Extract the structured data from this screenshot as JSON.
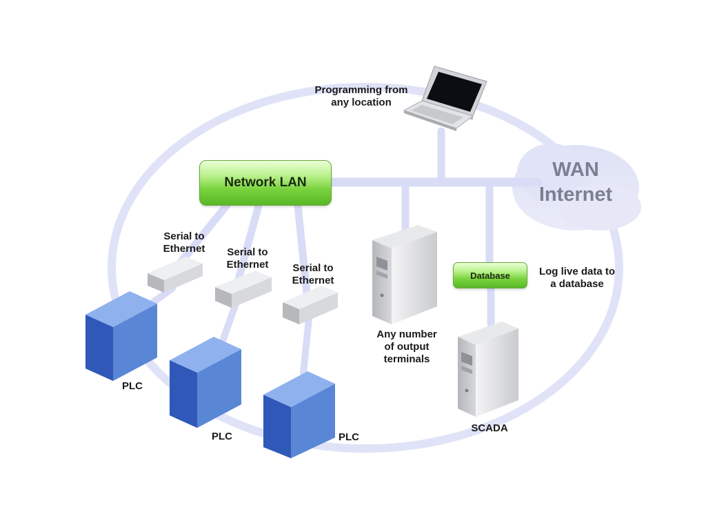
{
  "colors": {
    "link": "#d9dcf6",
    "ring": "#e0e3f7",
    "cloud": "#e4e6f7",
    "plc_front": "#2f58b8",
    "plc_side": "#5a86d6",
    "plc_top": "#8fb1ee",
    "lan_green": "#78d23c",
    "server_grey": "#cfd1d4"
  },
  "icons": {
    "laptop": "laptop-icon",
    "cloud": "cloud-icon",
    "converter": "serial-converter-icon",
    "plc": "plc-cube-icon",
    "server": "server-tower-icon"
  },
  "labels": {
    "programming": "Programming from\nany location",
    "wan": "WAN\nInternet",
    "network_lan": "Network LAN",
    "serial_1": "Serial to\nEthernet",
    "serial_2": "Serial to\nEthernet",
    "serial_3": "Serial to\nEthernet",
    "terminals": "Any number\nof output\nterminals",
    "database": "Database",
    "log_data": "Log live data to\na database",
    "scada": "SCADA",
    "plc_1": "PLC",
    "plc_2": "PLC",
    "plc_3": "PLC"
  }
}
